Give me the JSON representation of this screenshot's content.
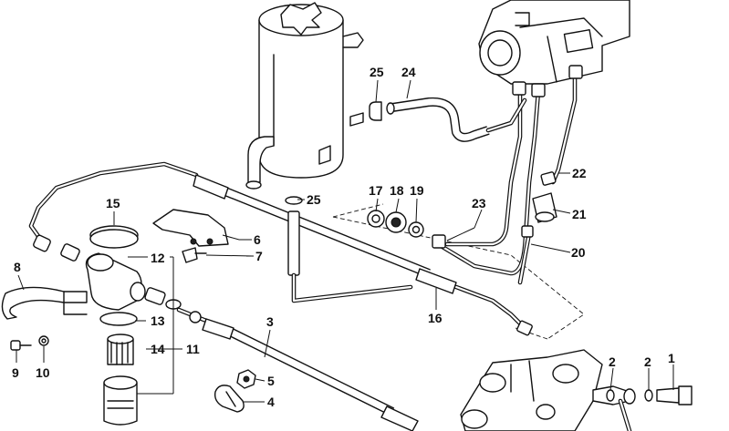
{
  "callouts": [
    {
      "id": "c1",
      "label": "1"
    },
    {
      "id": "c2a",
      "label": "2"
    },
    {
      "id": "c2b",
      "label": "2"
    },
    {
      "id": "c3",
      "label": "3"
    },
    {
      "id": "c4",
      "label": "4"
    },
    {
      "id": "c5",
      "label": "5"
    },
    {
      "id": "c6",
      "label": "6"
    },
    {
      "id": "c7",
      "label": "7"
    },
    {
      "id": "c8",
      "label": "8"
    },
    {
      "id": "c9",
      "label": "9"
    },
    {
      "id": "c10",
      "label": "10"
    },
    {
      "id": "c11",
      "label": "11"
    },
    {
      "id": "c12",
      "label": "12"
    },
    {
      "id": "c13",
      "label": "13"
    },
    {
      "id": "c14",
      "label": "14"
    },
    {
      "id": "c15",
      "label": "15"
    },
    {
      "id": "c16",
      "label": "16"
    },
    {
      "id": "c17",
      "label": "17"
    },
    {
      "id": "c18",
      "label": "18"
    },
    {
      "id": "c19",
      "label": "19"
    },
    {
      "id": "c20",
      "label": "20"
    },
    {
      "id": "c21",
      "label": "21"
    },
    {
      "id": "c22",
      "label": "22"
    },
    {
      "id": "c23",
      "label": "23"
    },
    {
      "id": "c24",
      "label": "24"
    },
    {
      "id": "c25a",
      "label": "25"
    },
    {
      "id": "c25b",
      "label": "25"
    }
  ]
}
